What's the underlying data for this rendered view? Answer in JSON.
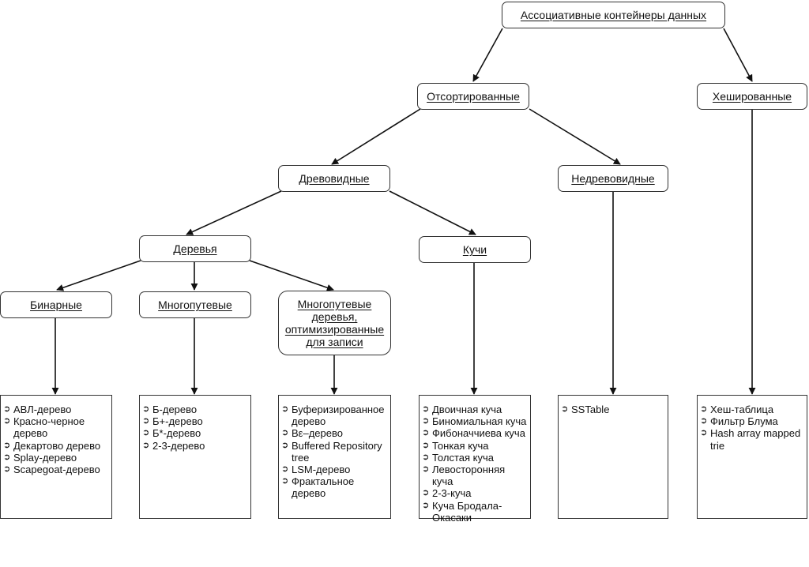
{
  "nodes": {
    "root": "Ассоциативные контейнеры данных",
    "sorted": "Отсортированные",
    "hashed": "Хешированные",
    "tree_based": "Древовидные",
    "non_tree": "Недревовидные",
    "trees": "Деревья",
    "heaps": "Кучи",
    "binary": "Бинарные",
    "multiway": "Многопутевые",
    "multiway_write": [
      "Многопутевые",
      "деревья,",
      "оптимизированные",
      "для записи"
    ]
  },
  "lists": {
    "binary": [
      "АВЛ-дерево",
      "Красно-черное дерево",
      "Декартово дерево",
      "Splay-дерево",
      "Scapegoat-дерево"
    ],
    "multiway": [
      "Б-дерево",
      "Б+-дерево",
      "Б*-дерево",
      "2-3-дерево"
    ],
    "multiway_write": [
      "Буферизированное дерево",
      "Bε–дерево",
      "Buffered Repository tree",
      "LSM-дерево",
      "Фрактальное дерево"
    ],
    "heaps": [
      "Двоичная куча",
      "Биномиальная куча",
      "Фибоначчиева куча",
      "Тонкая куча",
      "Толстая куча",
      "Левосторонняя куча",
      "2-3-куча",
      "Куча Бродала-Окасаки"
    ],
    "non_tree": [
      "SSTable"
    ],
    "hashed": [
      "Хеш-таблица",
      "Фильтр Блума",
      "Hash array mapped trie"
    ]
  },
  "bullet_icon": "arrow-bullet-icon",
  "colors": {
    "line": "#111111",
    "border": "#333333",
    "background": "#ffffff"
  }
}
